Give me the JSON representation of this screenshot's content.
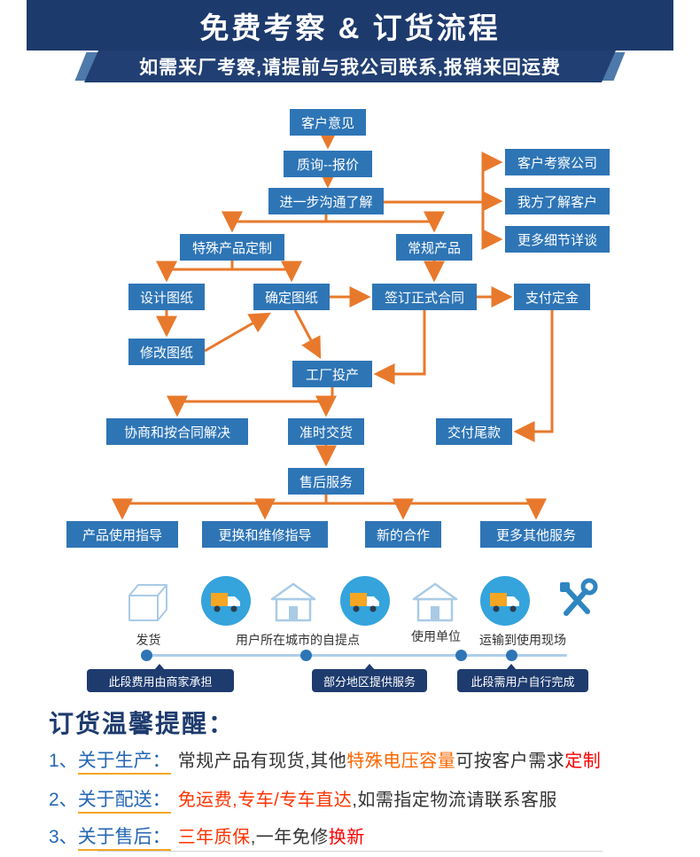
{
  "header": {
    "title": "免费考察 & 订货流程",
    "subtitle": "如需来厂考察,请提前与我公司联系,报销来回运费"
  },
  "colors": {
    "banner_navy": "#1d3a6d",
    "box_blue": "#2e75b6",
    "arrow_orange": "#e8792c",
    "highlight_red": "#ff0000",
    "highlight_orange": "#ff6600"
  },
  "flow": {
    "nodes": [
      "客户意见",
      "质询--报价",
      "进一步沟通了解",
      "客户考察公司",
      "我方了解客户",
      "更多细节详谈",
      "特殊产品定制",
      "常规产品",
      "设计图纸",
      "确定图纸",
      "签订正式合同",
      "支付定金",
      "修改图纸",
      "工厂投产",
      "协商和按合同解决",
      "准时交货",
      "交付尾款",
      "售后服务",
      "产品使用指导",
      "更换和维修指导",
      "新的合作",
      "更多其他服务"
    ]
  },
  "logistics": {
    "icons": [
      "package-icon",
      "delivery-truck-icon",
      "house-icon",
      "delivery-truck-icon",
      "house-icon",
      "delivery-truck-icon",
      "tools-icon"
    ],
    "labels": [
      "发货",
      "用户所在城市的自提点",
      "使用单位",
      "运输到使用现场"
    ],
    "tags": [
      "此段费用由商家承担",
      "部分地区提供服务",
      "此段需用户自行完成"
    ]
  },
  "reminder": {
    "title": "订货温馨提醒：",
    "items": [
      {
        "num": "1、",
        "label": "关于生产：",
        "segments": [
          {
            "text": "常规产品有现货,其他",
            "color": "#333333"
          },
          {
            "text": "特殊电压容量",
            "color": "#ff6600"
          },
          {
            "text": "可按客户需求",
            "color": "#333333"
          },
          {
            "text": "定制",
            "color": "#ff0000"
          }
        ]
      },
      {
        "num": "2、",
        "label": "关于配送：",
        "segments": [
          {
            "text": "免运费,专车/专车直达",
            "color": "#ff3300"
          },
          {
            "text": ",如需指定物流请联系客服",
            "color": "#333333"
          }
        ]
      },
      {
        "num": "3、",
        "label": "关于售后：",
        "segments": [
          {
            "text": "三年质保",
            "color": "#ff3300"
          },
          {
            "text": ",一年免修",
            "color": "#333333"
          },
          {
            "text": "换新",
            "color": "#ff0000"
          }
        ]
      }
    ]
  }
}
